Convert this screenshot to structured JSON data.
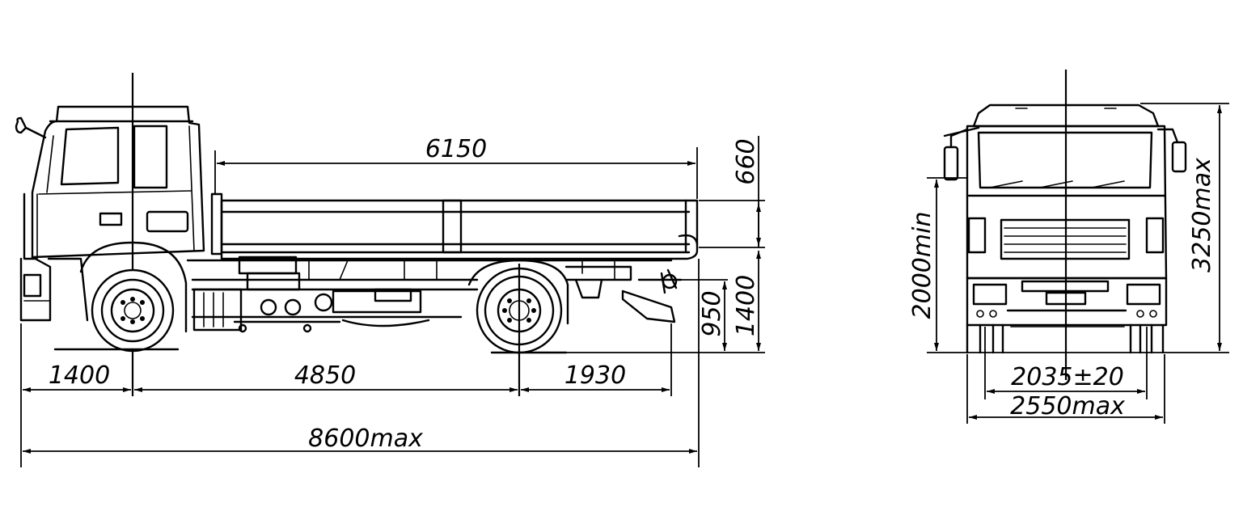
{
  "side_view": {
    "dims": {
      "platform_length": "6150",
      "side_height": "660",
      "front_overhang": "1400",
      "wheelbase": "4850",
      "rear_overhang": "1930",
      "overall_length": "8600max",
      "frame_height": "950",
      "platform_height": "1400"
    }
  },
  "front_view": {
    "dims": {
      "overall_height": "3250max",
      "min_height": "2000min",
      "track": "2035±20",
      "overall_width": "2550max"
    }
  }
}
